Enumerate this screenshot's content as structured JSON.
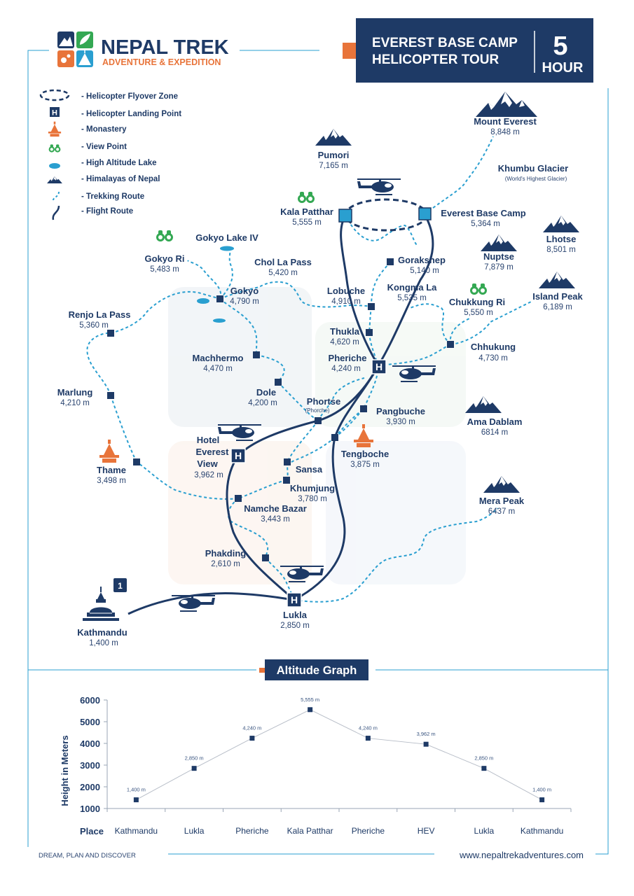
{
  "brand": {
    "name": "NEPAL TREK",
    "tagline": "ADVENTURE & EXPEDITION"
  },
  "tour": {
    "title_line1": "EVEREST BASE CAMP",
    "title_line2": "HELICOPTER TOUR",
    "duration_value": "5",
    "duration_unit": "HOUR"
  },
  "colors": {
    "navy": "#1e3a66",
    "trek_blue": "#2a9fd0",
    "orange": "#e8743a",
    "green": "#34a853"
  },
  "legend": [
    {
      "icon": "flyover-zone-icon",
      "label": "- Helicopter Flyover Zone"
    },
    {
      "icon": "helipad-icon",
      "label": "- Helicopter Landing Point"
    },
    {
      "icon": "monastery-icon",
      "label": "- Monastery"
    },
    {
      "icon": "binoculars-icon",
      "label": "- View Point"
    },
    {
      "icon": "lake-icon",
      "label": "- High Altitude Lake"
    },
    {
      "icon": "mountain-icon",
      "label": "- Himalayas of Nepal"
    },
    {
      "icon": "trekking-route-icon",
      "label": "- Trekking Route"
    },
    {
      "icon": "flight-route-icon",
      "label": "- Flight Route"
    }
  ],
  "places": [
    {
      "name": "Mount Everest",
      "alt": "8,848 m"
    },
    {
      "name": "Pumori",
      "alt": "7,165 m"
    },
    {
      "name": "Khumbu Glacier",
      "alt": "(World's Highest Glacier)"
    },
    {
      "name": "Kala Patthar",
      "alt": "5,555 m"
    },
    {
      "name": "Everest Base Camp",
      "alt": "5,364 m"
    },
    {
      "name": "Lhotse",
      "alt": "8,501 m"
    },
    {
      "name": "Gokyo Lake IV",
      "alt": ""
    },
    {
      "name": "Nuptse",
      "alt": "7,879 m"
    },
    {
      "name": "Gokyo Ri",
      "alt": "5,483 m"
    },
    {
      "name": "Chol La Pass",
      "alt": "5,420 m"
    },
    {
      "name": "Gorakshep",
      "alt": "5,140 m"
    },
    {
      "name": "Island Peak",
      "alt": "6,189 m"
    },
    {
      "name": "Gokyo",
      "alt": "4,790 m"
    },
    {
      "name": "Lobuche",
      "alt": "4,910 m"
    },
    {
      "name": "Kongma La",
      "alt": "5,535 m"
    },
    {
      "name": "Chukkung Ri",
      "alt": "5,550 m"
    },
    {
      "name": "Renjo La Pass",
      "alt": "5,360 m"
    },
    {
      "name": "Thukla",
      "alt": "4,620 m"
    },
    {
      "name": "Chhukung",
      "alt": "4,730 m"
    },
    {
      "name": "Machhermo",
      "alt": "4,470 m"
    },
    {
      "name": "Pheriche",
      "alt": "4,240 m"
    },
    {
      "name": "Marlung",
      "alt": "4,210 m"
    },
    {
      "name": "Dole",
      "alt": "4,200 m"
    },
    {
      "name": "Phortse",
      "alt": "(Phorche)"
    },
    {
      "name": "Pangbuche",
      "alt": "3,930 m"
    },
    {
      "name": "Ama Dablam",
      "alt": "6814 m"
    },
    {
      "name": "Hotel Everest View",
      "alt": "3,962 m"
    },
    {
      "name": "Thame",
      "alt": "3,498 m"
    },
    {
      "name": "Sansa",
      "alt": ""
    },
    {
      "name": "Tengboche",
      "alt": "3,875 m"
    },
    {
      "name": "Khumjung",
      "alt": "3,780 m"
    },
    {
      "name": "Namche Bazar",
      "alt": "3,443 m"
    },
    {
      "name": "Mera Peak",
      "alt": "6437 m"
    },
    {
      "name": "Phakding",
      "alt": "2,610 m"
    },
    {
      "name": "Kathmandu",
      "alt": "1,400 m"
    },
    {
      "name": "Lukla",
      "alt": "2,850 m"
    }
  ],
  "hev_lines": [
    "Hotel",
    "Everest",
    "View"
  ],
  "start_badge": "1",
  "altitude_graph": {
    "heading": "Altitude Graph"
  },
  "chart_data": {
    "type": "line",
    "title": "Altitude Graph",
    "xlabel": "Place",
    "ylabel": "Height in Meters",
    "ylim": [
      1000,
      6000
    ],
    "yticks": [
      1000,
      2000,
      3000,
      4000,
      5000,
      6000
    ],
    "grid": false,
    "categories": [
      "Kathmandu",
      "Lukla",
      "Pheriche",
      "Kala Patthar",
      "Pheriche",
      "HEV",
      "Lukla",
      "Kathmandu"
    ],
    "values": [
      1400,
      2850,
      4240,
      5555,
      4240,
      3962,
      2850,
      1400
    ],
    "point_labels": [
      "1,400 m",
      "2,850 m",
      "4,240 m",
      "5,555 m",
      "4,240 m",
      "3,962 m",
      "2,850 m",
      "1,400 m"
    ]
  },
  "footer": {
    "left": "DREAM, PLAN AND DISCOVER",
    "right": "www.nepaltrekadventures.com"
  }
}
